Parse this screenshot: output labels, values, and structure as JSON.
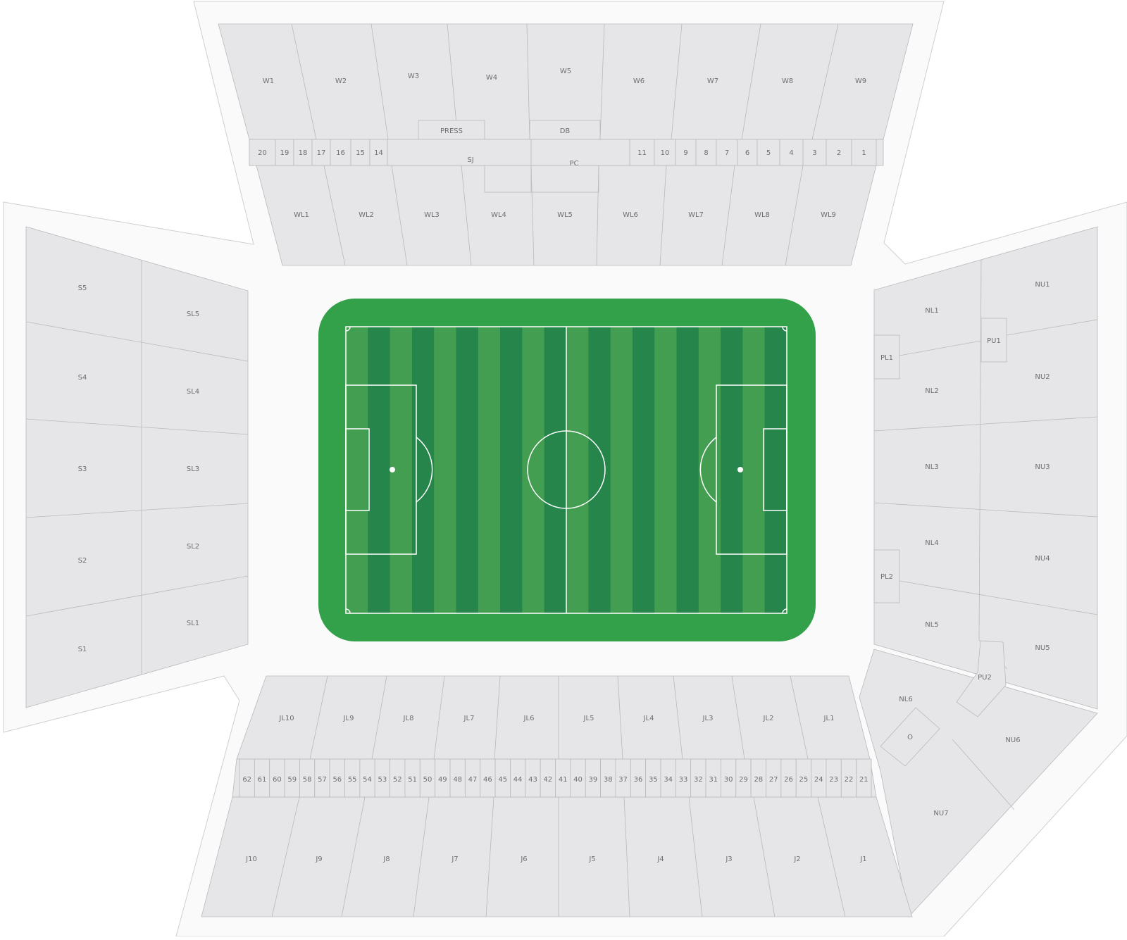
{
  "colors": {
    "background": "#ffffff",
    "outer_ring": "#fafafa",
    "section_fill": "#e6e6e8",
    "section_stroke": "#b9b9bd",
    "label": "#6f6f6f",
    "pitch_border": "#33a04a",
    "stripe_light": "#449e52",
    "stripe_dark": "#25854a",
    "pitch_lines": "#ffffff"
  },
  "map": {
    "west_upper": [
      "W1",
      "W2",
      "W3",
      "W4",
      "W5",
      "W6",
      "W7",
      "W8",
      "W9"
    ],
    "west_boxes_left": [
      "20",
      "19",
      "18",
      "17",
      "16",
      "15",
      "14"
    ],
    "west_boxes_right": [
      "11",
      "10",
      "9",
      "8",
      "7",
      "6",
      "5",
      "4",
      "3",
      "2",
      "1"
    ],
    "west_center": {
      "press": "PRESS",
      "db": "DB",
      "sj": "SJ",
      "pc": "PC"
    },
    "west_lower": [
      "WL1",
      "WL2",
      "WL3",
      "WL4",
      "WL5",
      "WL6",
      "WL7",
      "WL8",
      "WL9"
    ],
    "south_outer": [
      "S5",
      "S4",
      "S3",
      "S2",
      "S1"
    ],
    "south_inner": [
      "SL5",
      "SL4",
      "SL3",
      "SL2",
      "SL1"
    ],
    "north_inner": [
      "NL1",
      "NL2",
      "NL3",
      "NL4",
      "NL5"
    ],
    "north_outer": [
      "NU1",
      "NU2",
      "NU3",
      "NU4",
      "NU5"
    ],
    "north_boxes": {
      "pu1": "PU1",
      "pl1": "PL1",
      "pl2": "PL2",
      "pu2": "PU2",
      "o": "O"
    },
    "north_corner": [
      "NL6",
      "NU6",
      "NU7"
    ],
    "east_lower": [
      "JL10",
      "JL9",
      "JL8",
      "JL7",
      "JL6",
      "JL5",
      "JL4",
      "JL3",
      "JL2",
      "JL1"
    ],
    "east_boxes": [
      "62",
      "61",
      "60",
      "59",
      "58",
      "57",
      "56",
      "55",
      "54",
      "53",
      "52",
      "51",
      "50",
      "49",
      "48",
      "47",
      "46",
      "45",
      "44",
      "43",
      "42",
      "41",
      "40",
      "39",
      "38",
      "37",
      "36",
      "35",
      "34",
      "33",
      "32",
      "31",
      "30",
      "29",
      "28",
      "27",
      "26",
      "25",
      "24",
      "23",
      "22",
      "21"
    ],
    "east_upper": [
      "J10",
      "J9",
      "J8",
      "J7",
      "J6",
      "J5",
      "J4",
      "J3",
      "J2",
      "J1"
    ]
  }
}
